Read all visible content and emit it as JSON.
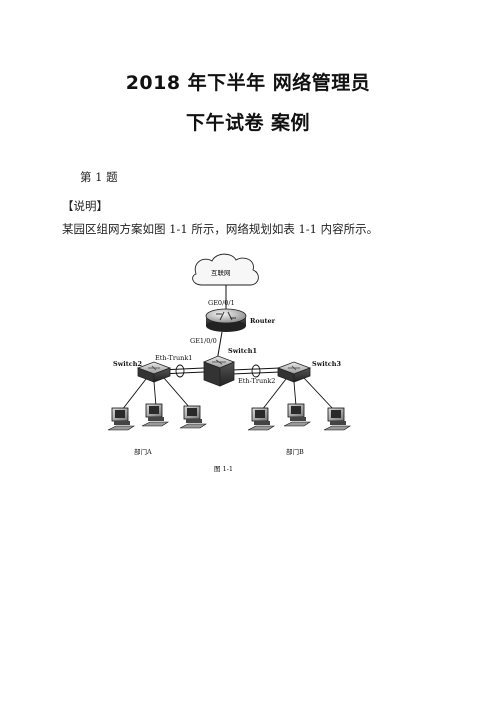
{
  "document": {
    "title_line1": "2018 年下半年  网络管理员",
    "title_line2": "下午试卷  案例",
    "question_number": "第 1 题",
    "section_heading": "【说明】",
    "intro_text": "某园区组网方案如图 1-1 所示，网络规划如表 1-1 内容所示。"
  },
  "diagram": {
    "internet_label": "互联网",
    "router_port_up": "GE0/0/1",
    "router_label": "Router",
    "router_port_down": "GE1/0/0",
    "switch1_label": "Switch1",
    "switch2_label": "Switch2",
    "switch3_label": "Switch3",
    "trunk1_label": "Eth-Trunk1",
    "trunk2_label": "Eth-Trunk2",
    "dept_a_label": "部门A",
    "dept_b_label": "部门B",
    "figure_caption": "图 1-1"
  }
}
